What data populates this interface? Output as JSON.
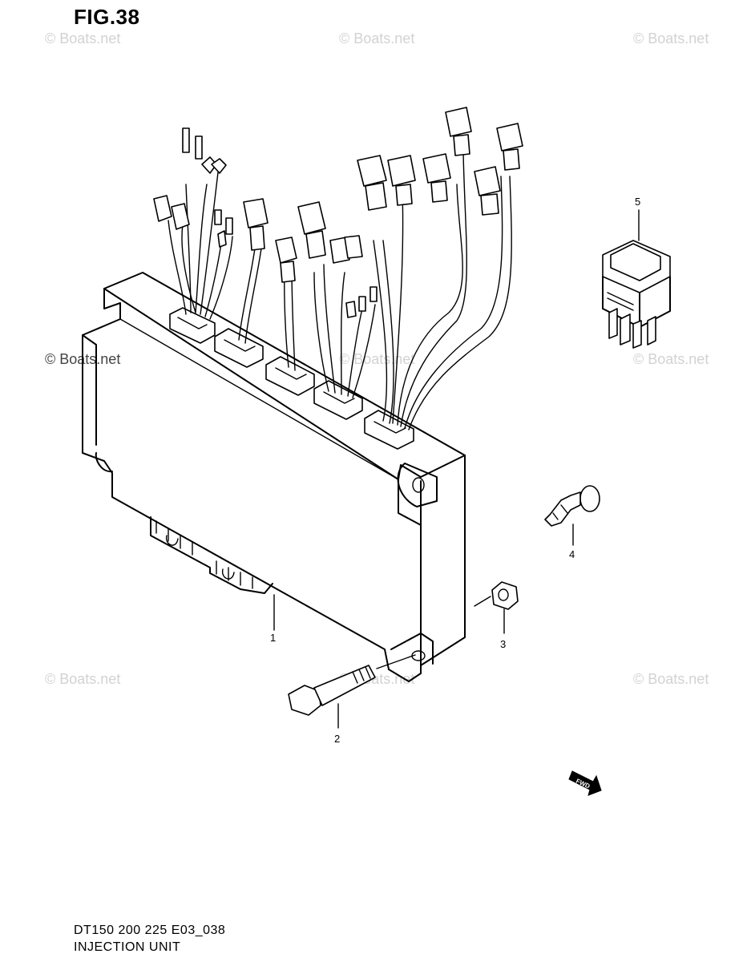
{
  "figure": {
    "title": "FIG.38"
  },
  "watermark": {
    "text": "© Boats.net"
  },
  "parts": [
    {
      "number": "1"
    },
    {
      "number": "2"
    },
    {
      "number": "3"
    },
    {
      "number": "4"
    },
    {
      "number": "5"
    }
  ],
  "footer": {
    "code": "DT150 200 225 E03_038",
    "name": "INJECTION UNIT"
  },
  "direction_marker": {
    "text": "FWD",
    "icon": "forward-arrow-icon"
  }
}
